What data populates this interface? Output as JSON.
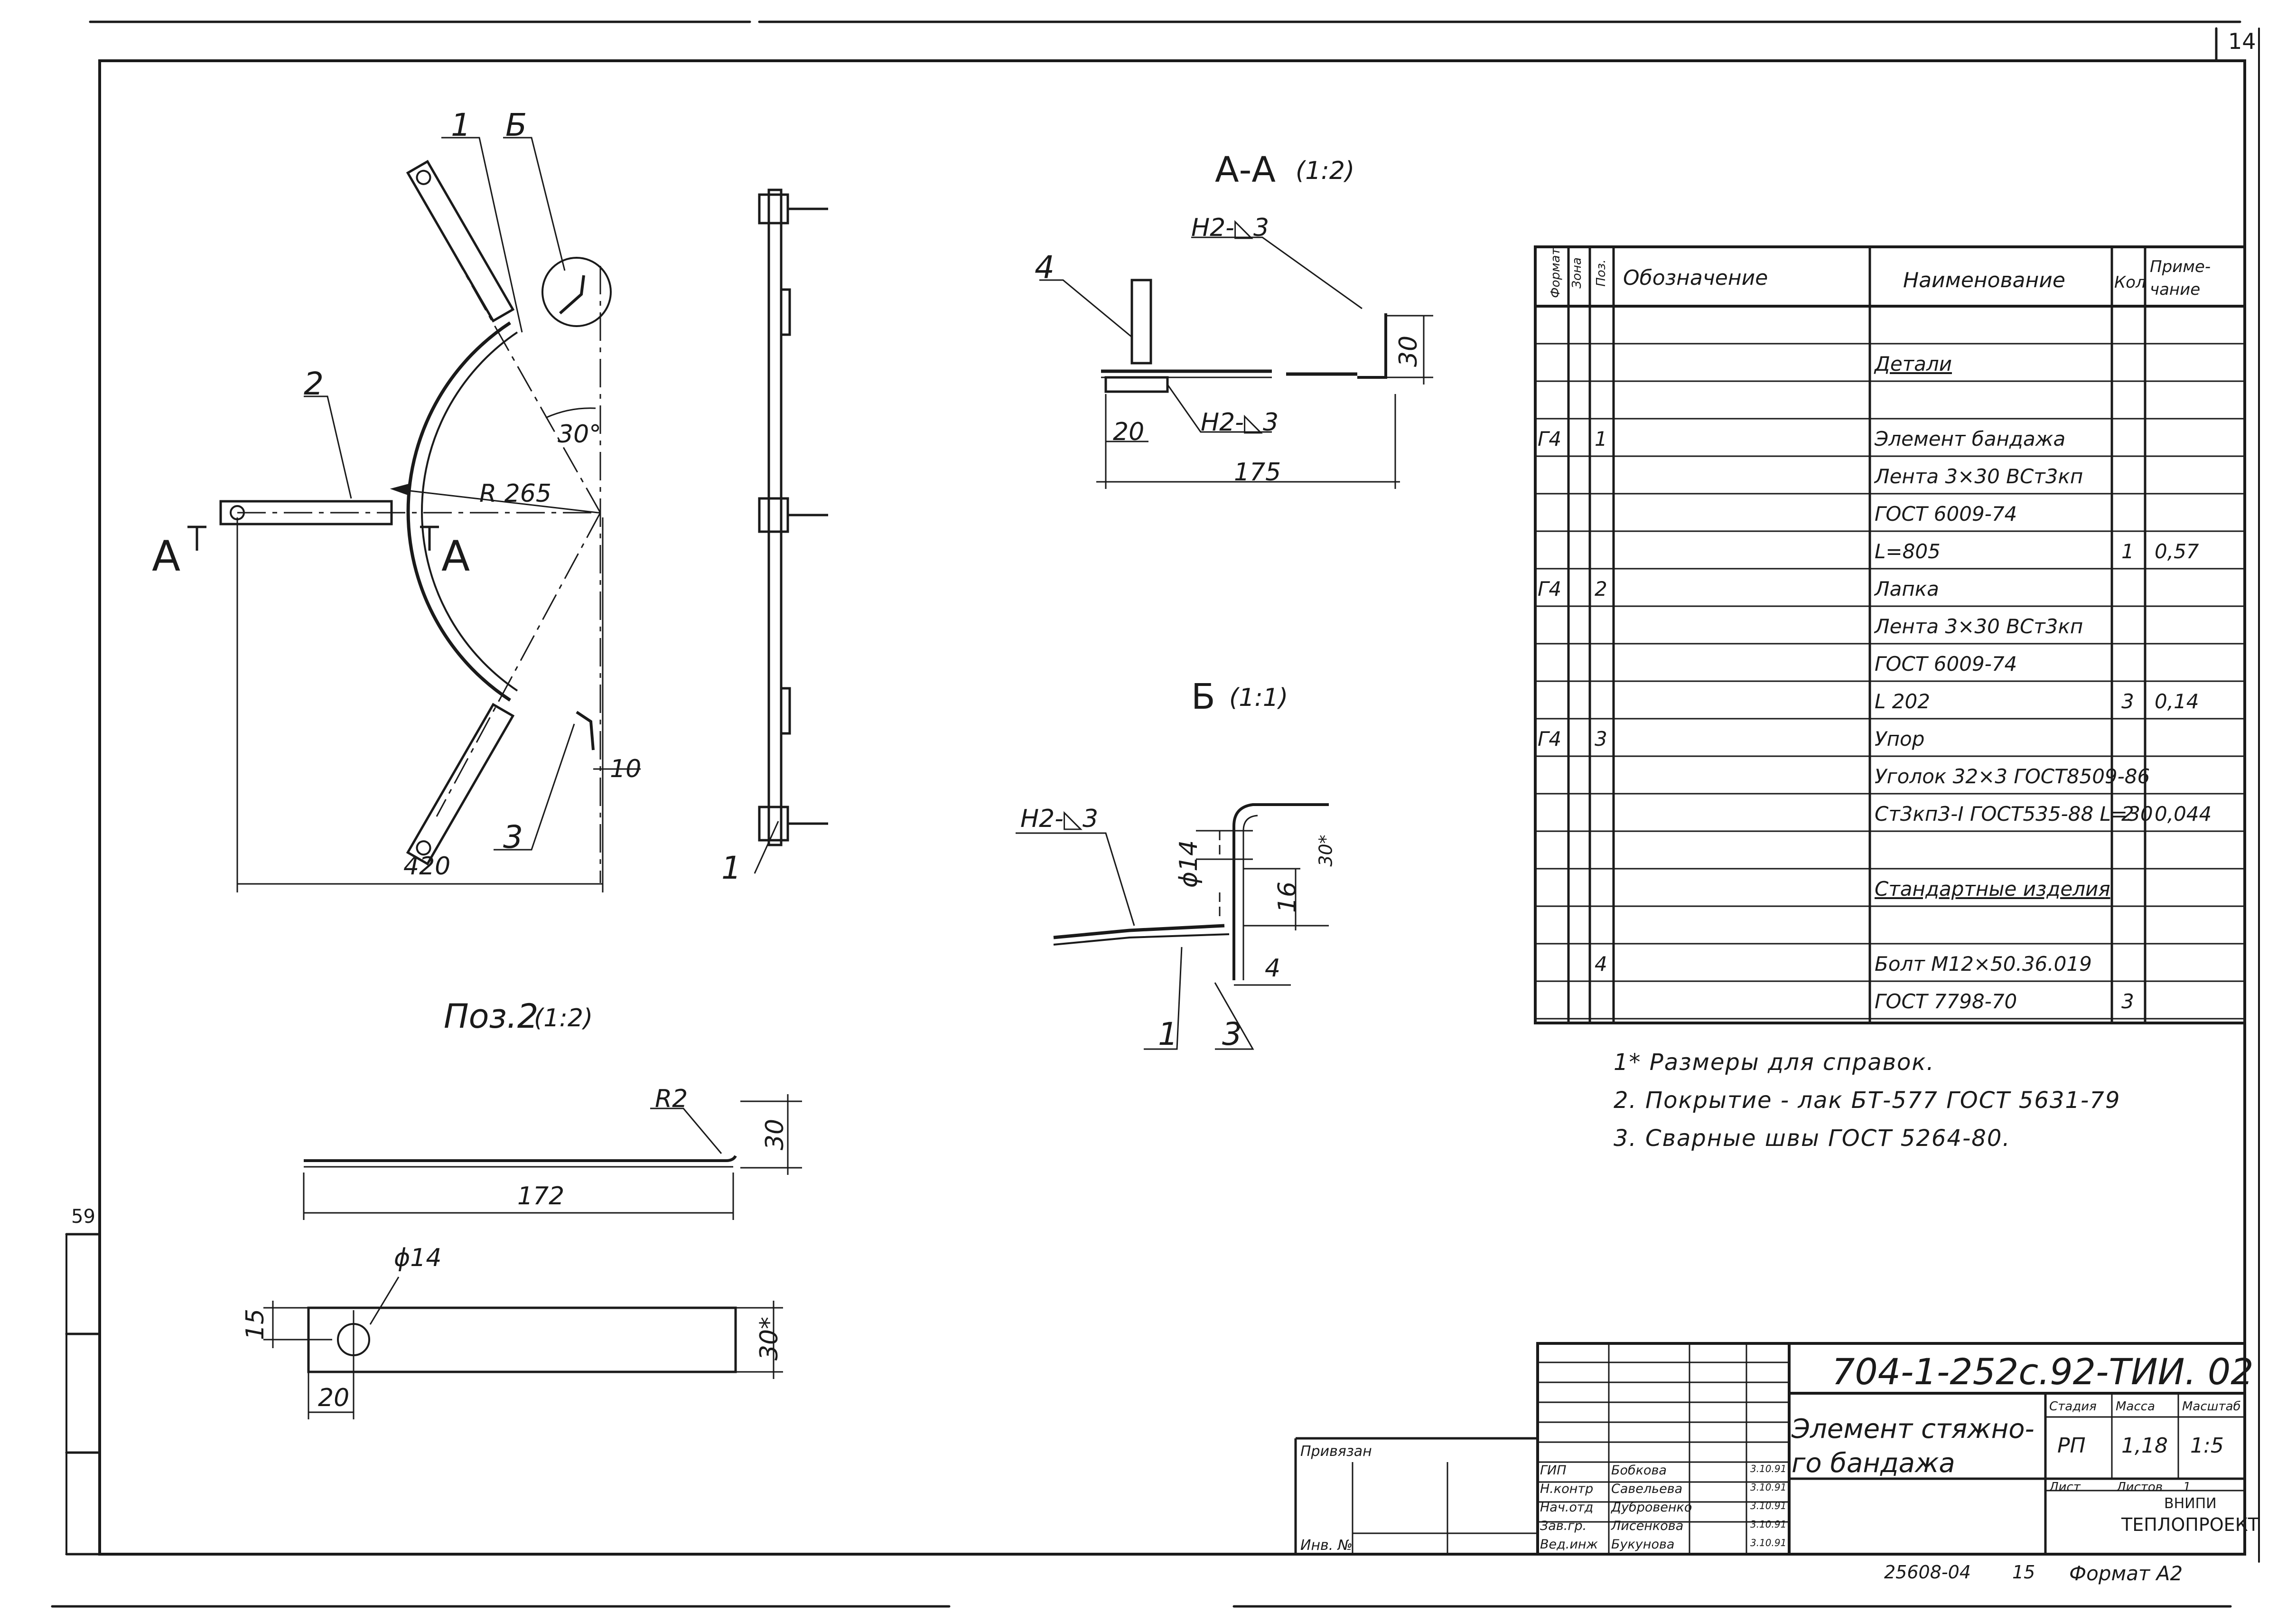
{
  "sheet": {
    "page_number": "14",
    "side_mark": "59",
    "bottom_code": "25608-04",
    "bottom_num": "15",
    "format": "Формат А2"
  },
  "views": {
    "main": {
      "callouts": [
        "1",
        "Б",
        "2",
        "3"
      ],
      "section_left": "А",
      "section_right": "А",
      "angle": "30°",
      "radius": "R 265",
      "dim_width": "420",
      "dim_10": "10"
    },
    "side": {
      "callout": "1"
    },
    "section_aa": {
      "title": "А-А",
      "scale": "(1:2)",
      "weld_top": "Н2-◺3",
      "weld_bottom": "Н2-◺3",
      "callout": "4",
      "dim_20": "20",
      "dim_175": "175",
      "dim_30": "30"
    },
    "detail_b": {
      "title": "Б",
      "scale": "(1:1)",
      "weld": "Н2-◺3",
      "dia": "ϕ14",
      "dim_16": "16",
      "dim_4": "4",
      "dim_30": "30*",
      "callout_1": "1",
      "callout_3": "3"
    },
    "pos2": {
      "title": "Поз.2",
      "scale": "(1:2)",
      "radius": "R2",
      "dim_30": "30",
      "dim_172": "172",
      "dia": "ϕ14",
      "dim_15": "15",
      "dim_20": "20",
      "dim_30s": "30*"
    }
  },
  "spec": {
    "headers": {
      "format": "Формат",
      "zone": "Зона",
      "pos": "Поз.",
      "designation": "Обозначение",
      "name": "Наименование",
      "qty": "Кол",
      "note": "Приме-чание"
    },
    "rows": [
      {
        "format": "",
        "pos": "",
        "name": "",
        "qty": "",
        "note": ""
      },
      {
        "format": "",
        "pos": "",
        "name": "Детали",
        "qty": "",
        "note": ""
      },
      {
        "format": "",
        "pos": "",
        "name": "",
        "qty": "",
        "note": ""
      },
      {
        "format": "Г4",
        "pos": "1",
        "name": "Элемент бандажа",
        "qty": "",
        "note": ""
      },
      {
        "format": "",
        "pos": "",
        "name": "Лента 3×30 ВСт3кп",
        "qty": "",
        "note": ""
      },
      {
        "format": "",
        "pos": "",
        "name": "ГОСТ 6009-74",
        "qty": "",
        "note": ""
      },
      {
        "format": "",
        "pos": "",
        "name": "L=805",
        "qty": "1",
        "note": "0,57"
      },
      {
        "format": "Г4",
        "pos": "2",
        "name": "Лапка",
        "qty": "",
        "note": ""
      },
      {
        "format": "",
        "pos": "",
        "name": "Лента 3×30 ВСт3кп",
        "qty": "",
        "note": ""
      },
      {
        "format": "",
        "pos": "",
        "name": "ГОСТ 6009-74",
        "qty": "",
        "note": ""
      },
      {
        "format": "",
        "pos": "",
        "name": "L 202",
        "qty": "3",
        "note": "0,14"
      },
      {
        "format": "Г4",
        "pos": "3",
        "name": "Упор",
        "qty": "",
        "note": ""
      },
      {
        "format": "",
        "pos": "",
        "name": "Уголок 32×3 ГОСТ8509-86",
        "qty": "",
        "note": ""
      },
      {
        "format": "",
        "pos": "",
        "name": "Ст3кп3-I ГОСТ535-88 L=30",
        "qty": "2",
        "note": "0,044"
      },
      {
        "format": "",
        "pos": "",
        "name": "",
        "qty": "",
        "note": ""
      },
      {
        "format": "",
        "pos": "",
        "name": "Стандартные изделия",
        "qty": "",
        "note": ""
      },
      {
        "format": "",
        "pos": "",
        "name": "",
        "qty": "",
        "note": ""
      },
      {
        "format": "",
        "pos": "4",
        "name": "Болт М12×50.36.019",
        "qty": "",
        "note": ""
      },
      {
        "format": "",
        "pos": "",
        "name": "ГОСТ 7798-70",
        "qty": "3",
        "note": ""
      }
    ]
  },
  "notes": [
    "1* Размеры для справок.",
    "2. Покрытие - лак БТ-577 ГОСТ 5631-79",
    "3. Сварные швы ГОСТ 5264-80."
  ],
  "stamp": {
    "doc_code": "704-1-252с.92-ТИИ. 02",
    "title": "Элемент стяжно-го бандажа",
    "stage_h": "Стадия",
    "mass_h": "Масса",
    "scale_h": "Масштаб",
    "stage": "РП",
    "mass": "1,18",
    "scale": "1:5",
    "sheet_h": "Лист",
    "sheets_h": "Листов",
    "sheets": "1",
    "org1": "ВНИПИ",
    "org2": "ТЕПЛОПРОЕКТ",
    "side_top": "Привязан",
    "side_bottom": "Инв. №",
    "staff": [
      {
        "role": "ГИП",
        "name": "Бобкова",
        "date": "3.10.91"
      },
      {
        "role": "Н.контр",
        "name": "Савельева",
        "date": "3.10.91"
      },
      {
        "role": "Нач.отд",
        "name": "Дубровенко",
        "date": "3.10.91"
      },
      {
        "role": "Зав.гр.",
        "name": "Лисенкова",
        "date": "3.10.91"
      },
      {
        "role": "Вед.инж",
        "name": "Букунова",
        "date": "3.10.91"
      }
    ]
  }
}
